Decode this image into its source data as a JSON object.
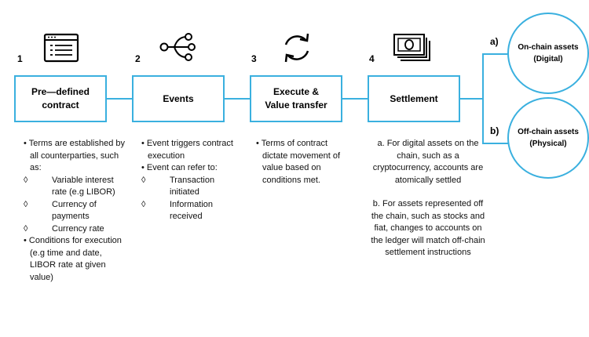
{
  "steps": [
    {
      "number": "1",
      "label_line1": "Pre—defined",
      "label_line2": "contract",
      "icon": "contract-document-icon"
    },
    {
      "number": "2",
      "label_line1": "Events",
      "label_line2": "",
      "icon": "event-branch-icon"
    },
    {
      "number": "3",
      "label_line1": "Execute &",
      "label_line2": "Value transfer",
      "icon": "refresh-cycle-icon"
    },
    {
      "number": "4",
      "label_line1": "Settlement",
      "label_line2": "",
      "icon": "cash-bills-icon"
    }
  ],
  "outcomes": [
    {
      "letter": "a)",
      "line1": "On-chain assets",
      "line2": "(Digital)"
    },
    {
      "letter": "b)",
      "line1": "Off-chain assets",
      "line2": "(Physical)"
    }
  ],
  "col1": {
    "b1": "• Terms are established by all counterparties, such as:",
    "d1": "Variable interest rate (e.g LIBOR)",
    "d2": "Currency of payments",
    "d3": "Currency rate",
    "b2": "• Conditions for execution (e.g time and date, LIBOR rate at given value)",
    "diamond": "◊"
  },
  "col2": {
    "b1": "• Event triggers contract execution",
    "b2": "• Event can refer to:",
    "d1": "Transaction initiated",
    "d2": "Information received",
    "diamond": "◊"
  },
  "col3": {
    "b1": "• Terms of contract dictate movement of value based on conditions met."
  },
  "col4": {
    "a": "a. For digital assets on the chain, such as a cryptocurrency, accounts are atomically settled",
    "b": "b. For assets represented off the chain, such as stocks and fiat, changes to accounts on the ledger will match off-chain settlement instructions"
  },
  "colors": {
    "accent": "#3ab0df",
    "text": "#111111"
  }
}
